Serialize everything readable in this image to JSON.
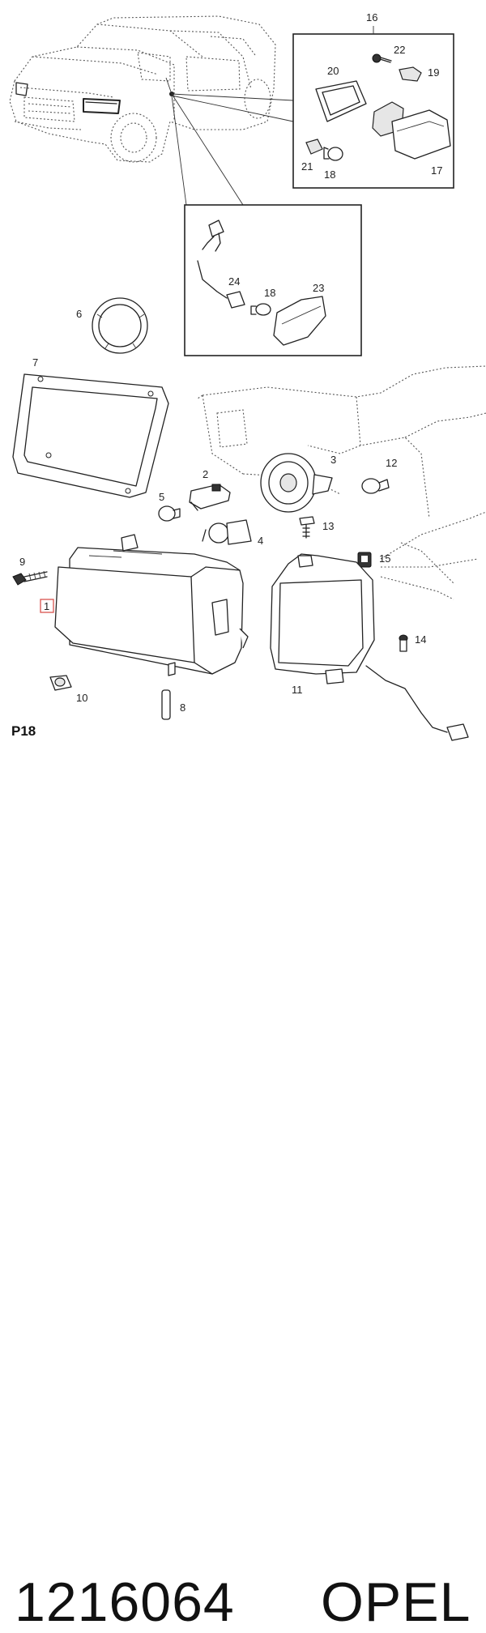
{
  "diagram": {
    "page_code": "P18",
    "callouts": {
      "c1": "1",
      "c2": "2",
      "c3": "3",
      "c4": "4",
      "c5": "5",
      "c6": "6",
      "c7": "7",
      "c8": "8",
      "c9": "9",
      "c10": "10",
      "c11": "11",
      "c12": "12",
      "c13": "13",
      "c14": "14",
      "c15": "15",
      "c16": "16",
      "c17": "17",
      "c18a": "18",
      "c18b": "18",
      "c19": "19",
      "c20": "20",
      "c21": "21",
      "c22": "22",
      "c23": "23",
      "c24": "24"
    },
    "highlight_color": "#d9534f"
  },
  "footer": {
    "part_number": "1216064",
    "brand": "OPEL"
  }
}
